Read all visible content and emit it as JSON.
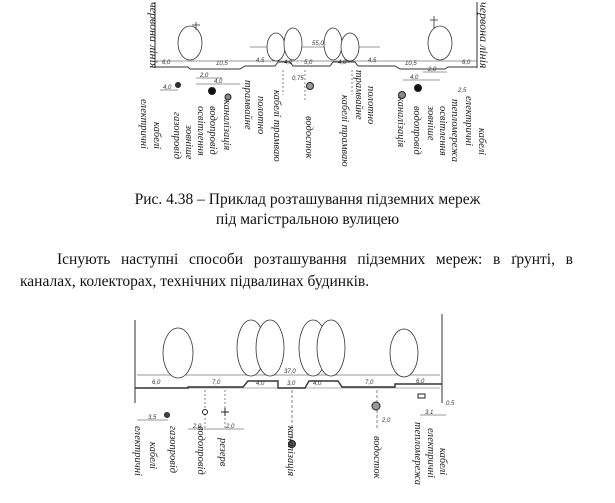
{
  "figure1": {
    "red_line_left": "червона лінія",
    "red_line_right": "червона лінія",
    "dimensions": [
      "6,0",
      "10,5",
      "4,5",
      "4,0",
      "5,0",
      "55,0",
      "4,0",
      "4,5",
      "10,5",
      "6,0",
      "4,0",
      "2,0",
      "4,0",
      "0,75",
      "2,0",
      "4,0",
      "2,5"
    ],
    "labels": [
      "електричні",
      "кабелі",
      "газопровід",
      "зовніше",
      "освітлення",
      "водопровід",
      "каналізація",
      "трамвайне",
      "полотно",
      "кабелі трамваю",
      "водосток",
      "кабелі трамваю",
      "трамвайне",
      "полотно",
      "каналізація",
      "водопровід",
      "зовніше",
      "освітлення",
      "тепломережа",
      "електричні",
      "кабелі"
    ]
  },
  "caption": {
    "line1": "Рис. 4.38 – Приклад розташування підземних мереж",
    "line2": "під магістральною вулицею"
  },
  "paragraph": {
    "line1": "Існують наступні способи розташування підземних мереж: в ґрунті, в",
    "line2": "каналах, колекторах, технічних підвалинах будинків."
  },
  "figure2": {
    "dimensions": [
      "37,0",
      "6,0",
      "7,0",
      "4,0",
      "3,0",
      "4,0",
      "7,0",
      "6,0",
      "3,5",
      "2,0",
      "2,0",
      "2,0",
      "3,1",
      "0,5"
    ],
    "labels": [
      "електричні",
      "кабелі",
      "газопровід",
      "водопровід",
      "резерв",
      "каналізація",
      "водосток",
      "тепломережа",
      "електричні",
      "кабелі"
    ]
  }
}
